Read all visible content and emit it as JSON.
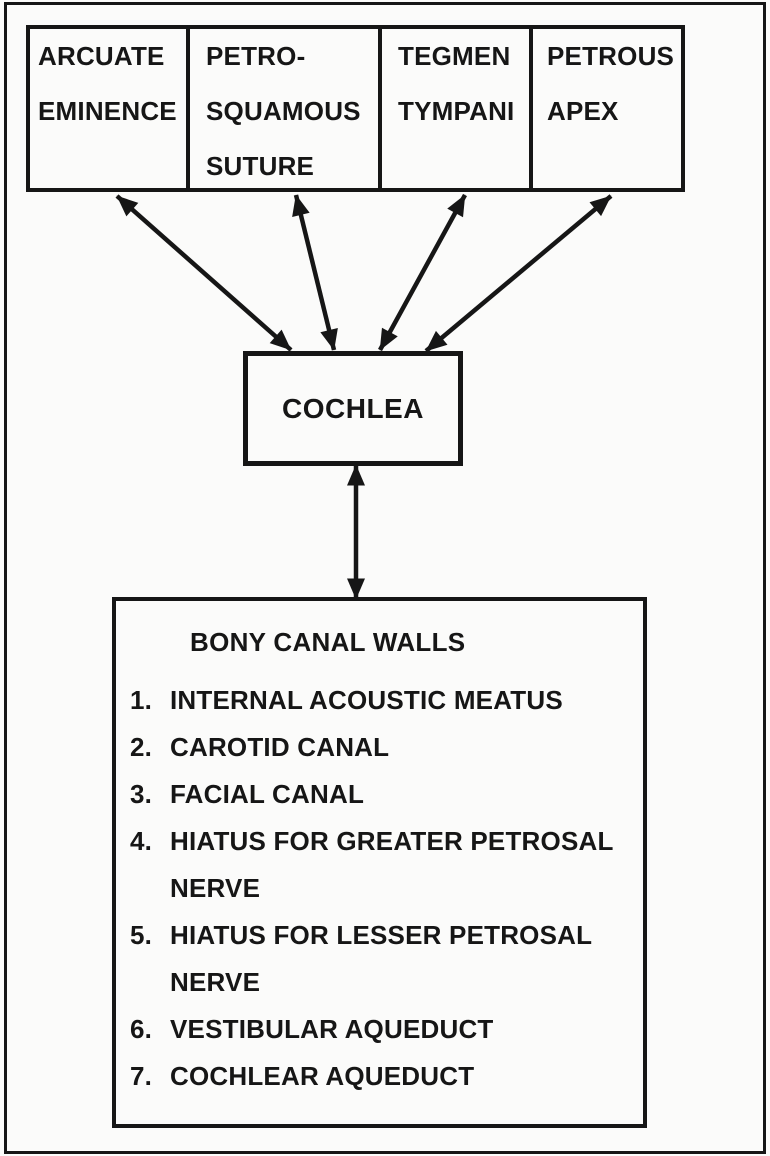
{
  "colors": {
    "ink": "#161616",
    "paper": "#fbfbfa"
  },
  "top_boxes": [
    {
      "lines": [
        "ARCUATE",
        "EMINENCE"
      ]
    },
    {
      "lines": [
        "PETRO-",
        "SQUAMOUS",
        "SUTURE"
      ]
    },
    {
      "lines": [
        "TEGMEN",
        "TYMPANI"
      ]
    },
    {
      "lines": [
        "PETROUS",
        "APEX"
      ]
    }
  ],
  "center_box": {
    "label": "COCHLEA"
  },
  "bottom_box": {
    "title": "BONY CANAL WALLS",
    "items": [
      {
        "num": "1.",
        "text": "INTERNAL ACOUSTIC MEATUS"
      },
      {
        "num": "2.",
        "text": "CAROTID CANAL"
      },
      {
        "num": "3.",
        "text": "FACIAL CANAL"
      },
      {
        "num": "4.",
        "text": "HIATUS FOR GREATER PETROSAL",
        "text2": "NERVE"
      },
      {
        "num": "5.",
        "text": "HIATUS FOR LESSER PETROSAL",
        "text2": "NERVE"
      },
      {
        "num": "6.",
        "text": "VESTIBULAR AQUEDUCT"
      },
      {
        "num": "7.",
        "text": "COCHLEAR AQUEDUCT"
      }
    ]
  },
  "connections": [
    {
      "from": "ARCUATE EMINENCE",
      "to": "COCHLEA",
      "bidirectional": true
    },
    {
      "from": "PETRO-SQUAMOUS SUTURE",
      "to": "COCHLEA",
      "bidirectional": true
    },
    {
      "from": "TEGMEN TYMPANI",
      "to": "COCHLEA",
      "bidirectional": true
    },
    {
      "from": "PETROUS APEX",
      "to": "COCHLEA",
      "bidirectional": true
    },
    {
      "from": "COCHLEA",
      "to": "BONY CANAL WALLS",
      "bidirectional": true
    }
  ]
}
